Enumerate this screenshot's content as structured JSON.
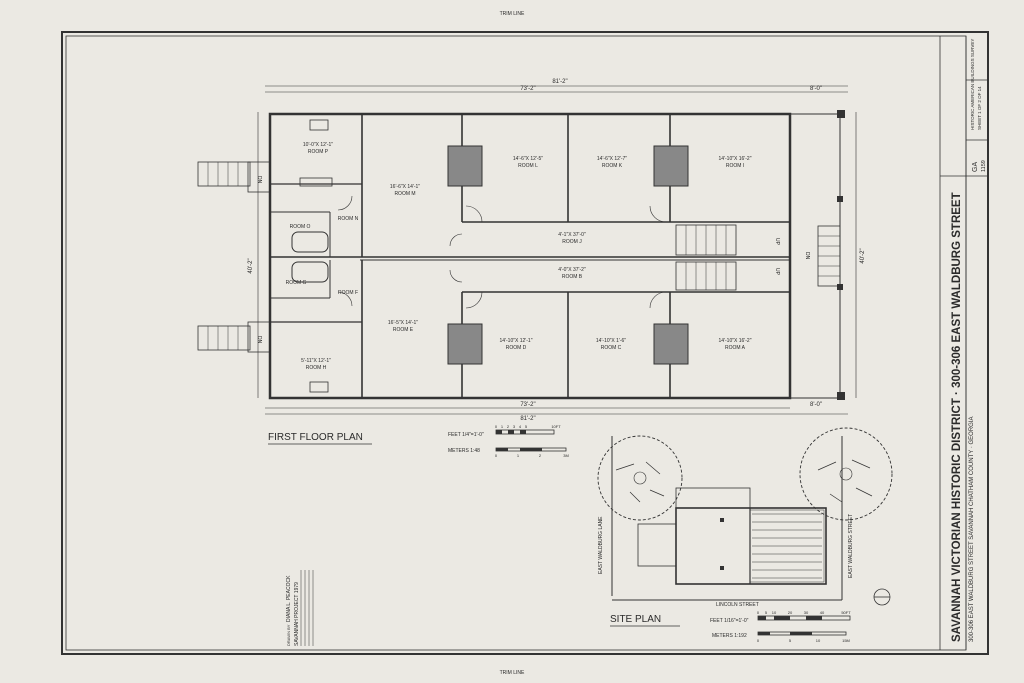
{
  "trim_label": "TRIM LINE",
  "titles": {
    "first_floor": "FIRST FLOOR PLAN",
    "site": "SITE PLAN"
  },
  "title_block": {
    "main": "SAVANNAH VICTORIAN HISTORIC DISTRICT · 300-306 EAST WALDBURG STREET",
    "sub": "300-306 EAST WALDBURG STREET   SAVANNAH   CHATHAM COUNTY · GEORGIA",
    "agency": "HISTORIC AMERICAN BUILDINGS SURVEY",
    "sheet": "SHEET 1 OF 2 OF 14",
    "index": "GA",
    "number": "1159",
    "drawn_by_label": "DRAWN BY",
    "drawn_by": "DIANA L. PEACOCK",
    "project": "SAVANNAH PROJECT 1979"
  },
  "dimensions": {
    "top_overall": "81'-2\"",
    "top_inner": "73'-2\"",
    "top_right": "8'-0\"",
    "bottom_overall": "81'-2\"",
    "bottom_inner": "73'-2\"",
    "bottom_right": "8'-0\"",
    "left_depth": "40'-2\"",
    "right_depth": "40'-2\""
  },
  "rooms": [
    {
      "id": "P",
      "size": "10'-0\"X 12'-1\"",
      "name": "ROOM P"
    },
    {
      "id": "M",
      "size": "16'-6\"X 14'-1\"",
      "name": "ROOM M"
    },
    {
      "id": "L",
      "size": "14'-6\"X 12'-5\"",
      "name": "ROOM L"
    },
    {
      "id": "K",
      "size": "14'-6\"X 12'-7\"",
      "name": "ROOM K"
    },
    {
      "id": "I",
      "size": "14'-10\"X 16'-2\"",
      "name": "ROOM I"
    },
    {
      "id": "N",
      "size": "",
      "name": "ROOM N"
    },
    {
      "id": "O",
      "size": "",
      "name": "ROOM O"
    },
    {
      "id": "J",
      "size": "4'-1\"X 37'-0\"",
      "name": "ROOM J"
    },
    {
      "id": "B",
      "size": "4'-0\"X 37'-2\"",
      "name": "ROOM B"
    },
    {
      "id": "G",
      "size": "",
      "name": "ROOM G"
    },
    {
      "id": "F",
      "size": "",
      "name": "ROOM F"
    },
    {
      "id": "E",
      "size": "16'-5\"X 14'-1\"",
      "name": "ROOM E"
    },
    {
      "id": "D",
      "size": "14'-10\"X 12'-1\"",
      "name": "ROOM D"
    },
    {
      "id": "C",
      "size": "14'-10\"X 1'-6\"",
      "name": "ROOM C"
    },
    {
      "id": "A",
      "size": "14'-10\"X 16'-2\"",
      "name": "ROOM A"
    },
    {
      "id": "H",
      "size": "5'-11\"X 12'-1\"",
      "name": "ROOM H"
    }
  ],
  "scales": {
    "feet_label": "FEET 1/4\"=1'-0\"",
    "feet_ticks": [
      "0",
      "1",
      "2",
      "3",
      "4",
      "5",
      "10FT"
    ],
    "meters_label": "METERS 1:48",
    "meters_ticks": [
      "0",
      "1",
      "2",
      "3M"
    ],
    "site_feet_label": "FEET 1/16\"=1'-0\"",
    "site_feet_ticks": [
      "0",
      "5",
      "10",
      "20",
      "30",
      "40",
      "50FT"
    ],
    "site_meters_label": "METERS 1:192",
    "site_meters_ticks": [
      "0",
      "5",
      "10",
      "15M"
    ]
  },
  "streets": {
    "lane": "EAST WALDBURG LANE",
    "street": "EAST WALDBURG STREET",
    "lincoln": "LINCOLN STREET"
  },
  "markers": {
    "down": "DN",
    "up": "UP"
  }
}
